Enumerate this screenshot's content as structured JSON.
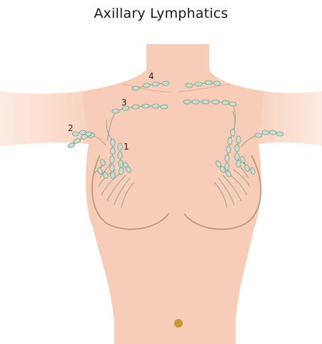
{
  "title": "Axillary Lymphatics",
  "labels": {
    "level_1": "1",
    "level_2": "2",
    "level_3": "3",
    "level_4": "4"
  },
  "colors": {
    "skin_light": "#fde3d6",
    "skin": "#f8cdb8",
    "breast_line": "#b79a78",
    "node_fill": "#c9dccf",
    "node_stroke": "#7f9d8a",
    "vessel": "#8f9f92",
    "navel": "#c9963a"
  }
}
